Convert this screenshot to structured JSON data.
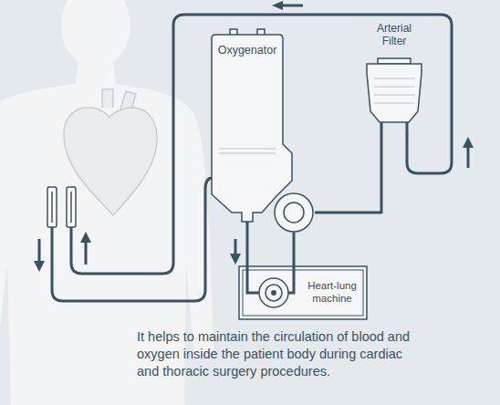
{
  "diagram": {
    "caption": "It helps to maintain the circulation of blood and oxygen inside the patient body during cardiac and thoracic surgery procedures.",
    "nodes": [
      {
        "text": [
          "Oxygenator"
        ]
      },
      {
        "text": [
          "Arterial Filter"
        ]
      },
      {
        "text": [
          "Heart-lung machine"
        ]
      }
    ],
    "edges": [
      {
        "from": 0,
        "to": 2,
        "arrow": "none"
      },
      {
        "from": 0,
        "to": 1,
        "arrow": "none"
      },
      {
        "from": 2,
        "to": 0,
        "arrow": "none"
      }
    ]
  }
}
